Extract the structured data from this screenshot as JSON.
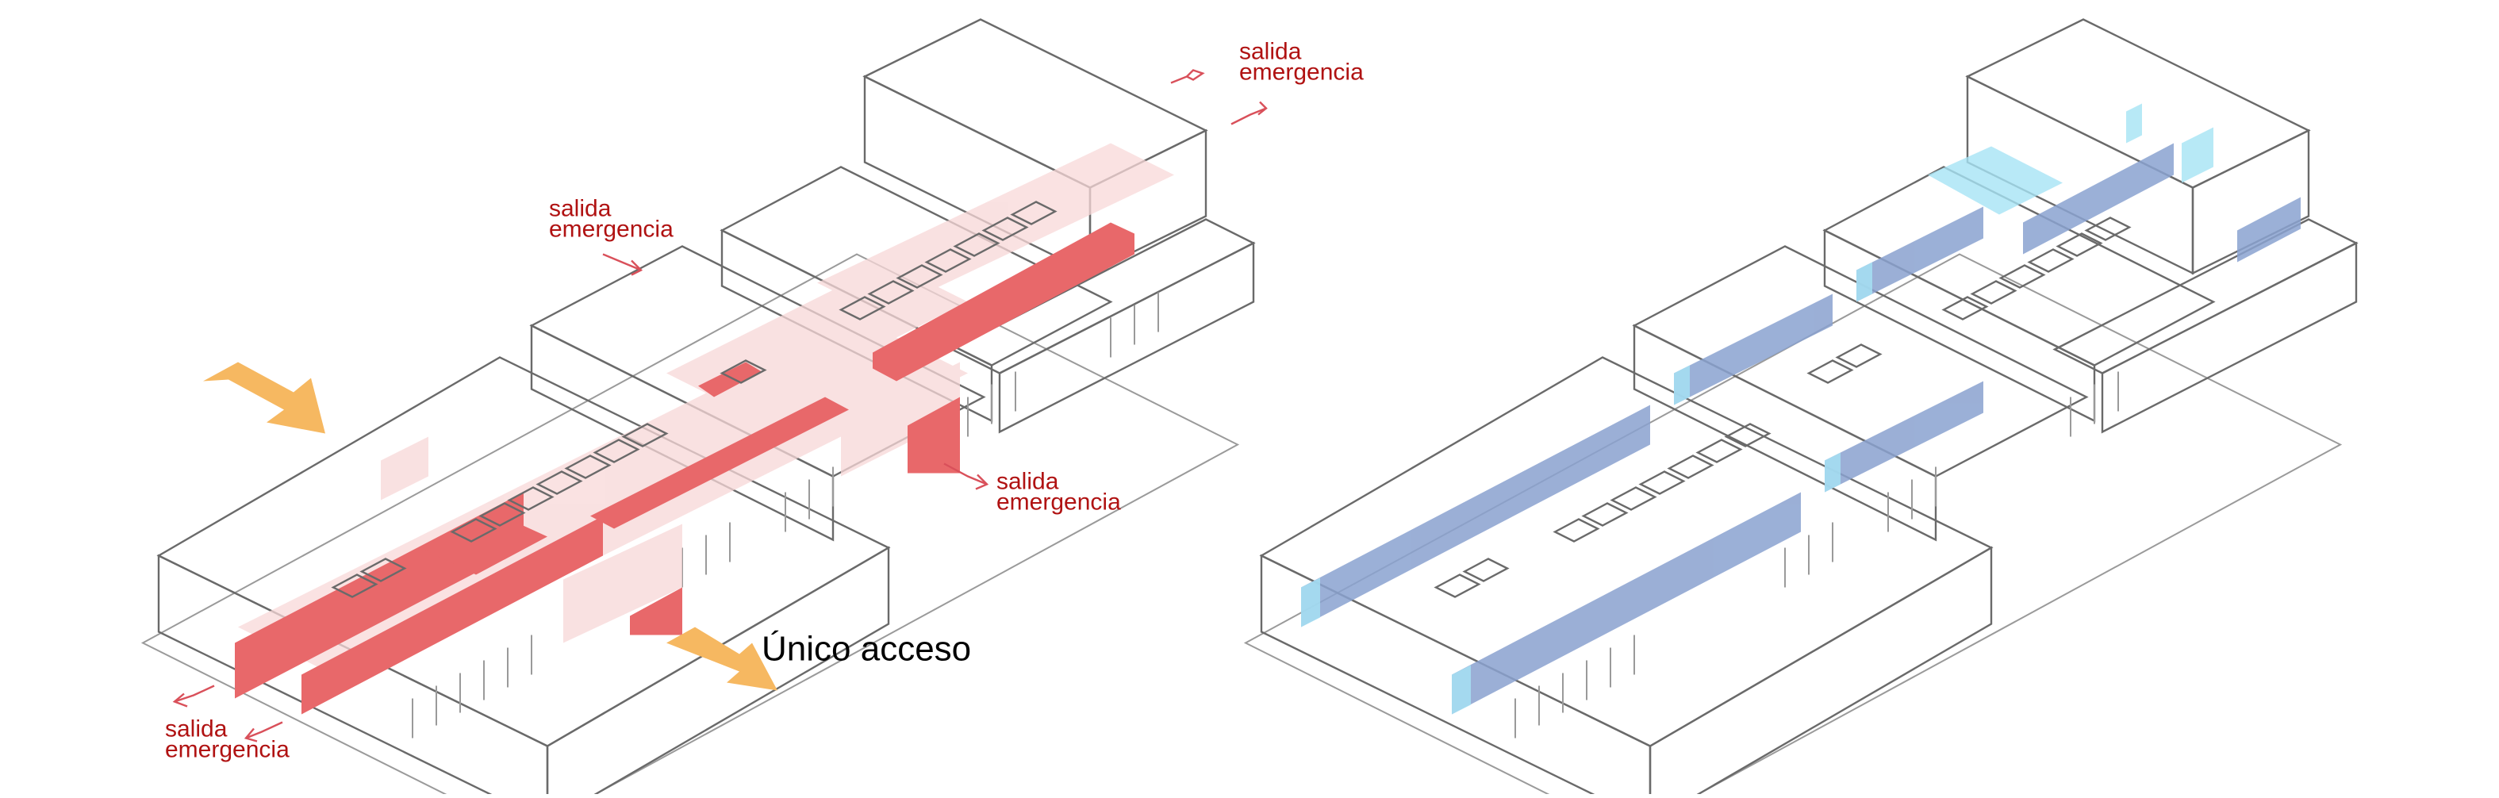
{
  "labels": {
    "emergency_exit_line1": "salida",
    "emergency_exit_line2": "emergencia",
    "single_access": "Único acceso"
  },
  "colors": {
    "circulation_red": "#e8686a",
    "circulation_red_light": "#f8d8d8",
    "access_arrow": "#f6b861",
    "exit_arrow": "#d9505a",
    "label_red": "#b01212",
    "volume_blue": "#8aa2d0",
    "volume_cyan": "#a6e4f5",
    "line_gray": "#6a6a6a"
  },
  "icons": [
    "access-arrow-icon",
    "emergency-exit-arrow-icon"
  ]
}
